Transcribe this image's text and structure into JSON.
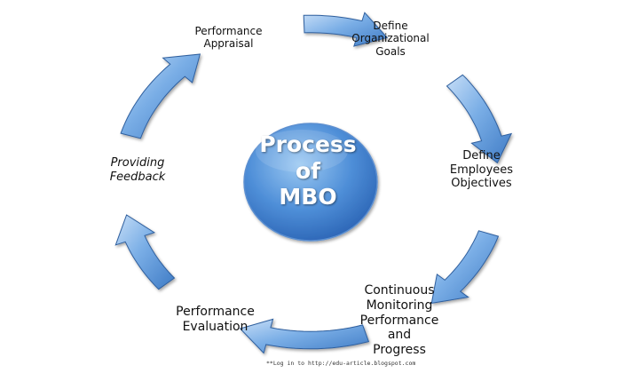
{
  "center": {
    "lines": "Process\nof\nMBO"
  },
  "steps": [
    {
      "id": "appraisal",
      "text": "Performance\nAppraisal"
    },
    {
      "id": "goals",
      "text": "Define\nOrganizational\nGoals"
    },
    {
      "id": "employees",
      "text": "Define\nEmployees\nObjectives"
    },
    {
      "id": "monitoring",
      "text": "Continuous\nMonitoring\nPerformance\nand\nProgress"
    },
    {
      "id": "evaluation",
      "text": "Performance\nEvaluation"
    },
    {
      "id": "feedback",
      "text": "Providing\nFeedback"
    }
  ],
  "footnote": "**Log in to http://edu-article.blogspot.com",
  "colors": {
    "arrow_light": "#a9ccf0",
    "arrow_dark": "#3f7bc5",
    "circle_light": "#8ec0ef",
    "circle_dark": "#2f6fc4"
  }
}
